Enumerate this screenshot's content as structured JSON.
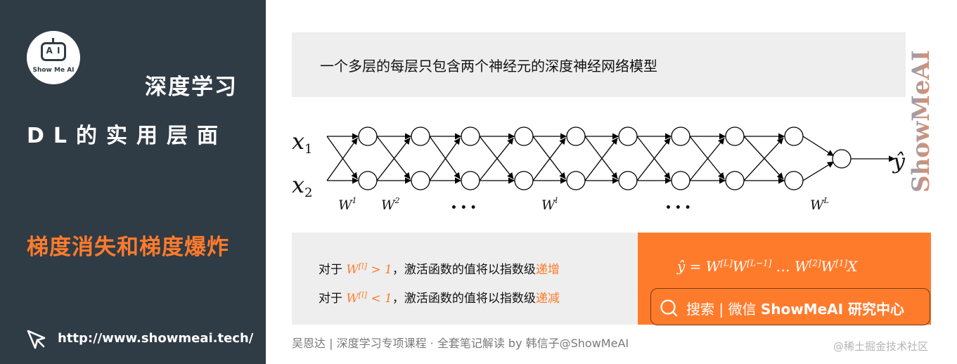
{
  "brand": {
    "logo_ai": "A I",
    "logo_text": "Show Me AI",
    "url": "http://www.showmeai.tech/",
    "side_text": "ShowMeAI"
  },
  "left": {
    "title1": "深度学习",
    "title2": "DL的实用层面",
    "title3": "梯度消失和梯度爆炸"
  },
  "caption": "一个多层的每层只包含两个神经元的深度神经网络模型",
  "diagram": {
    "inputs": [
      "x",
      "x"
    ],
    "input_subs": [
      "1",
      "2"
    ],
    "weight_base": "W",
    "weight_sups": [
      "1",
      "2",
      "l",
      "L"
    ],
    "ellipsis": "• • •",
    "output": "ŷ"
  },
  "conditions": {
    "line1": {
      "prefix": "对于 ",
      "w": "W",
      "sup": "[l]",
      "rel": " > 1",
      "suffix": "，激活函数的值将以指数级",
      "accent": "递增"
    },
    "line2": {
      "prefix": "对于 ",
      "w": "W",
      "sup": "[l]",
      "rel": " < 1",
      "suffix": "，激活函数的值将以指数级",
      "accent": "递减"
    }
  },
  "formula": {
    "lhs": "ŷ = W",
    "s1": "[L]",
    "m1": "W",
    "s2": "[L−1]",
    "m2": " … W",
    "s3": "[2]",
    "m3": "W",
    "s4": "[1]",
    "tail": "X"
  },
  "search": {
    "text": "搜索 | 微信 ",
    "brand": "ShowMeAI 研究中心"
  },
  "footer": "吴恩达 | 深度学习专项课程 · 全套笔记解读  by 韩信子@ShowMeAI",
  "watermark": "@稀土掘金技术社区",
  "colors": {
    "dark": "#2f3b45",
    "accent": "#ff7b2c",
    "panel": "#eeeeee"
  }
}
